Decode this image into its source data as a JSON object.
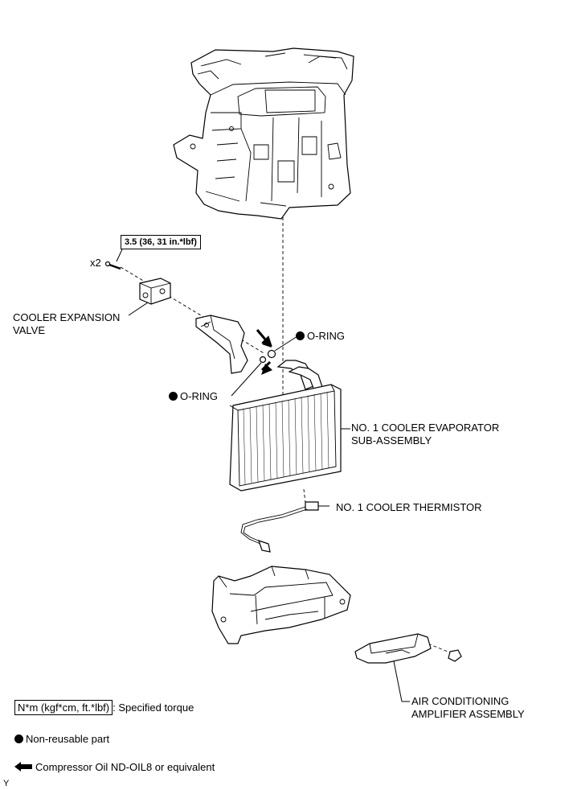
{
  "torque_spec": "3.5 (36, 31 in.*lbf)",
  "quantity": "x2",
  "labels": {
    "cooler_expansion_valve": "COOLER EXPANSION VALVE",
    "o_ring": "O-RING",
    "evaporator": "NO. 1 COOLER EVAPORATOR SUB-ASSEMBLY",
    "thermistor": "NO. 1 COOLER THERMISTOR",
    "amplifier": "AIR CONDITIONING AMPLIFIER ASSEMBLY"
  },
  "legend": {
    "torque_units": "N*m (kgf*cm, ft.*lbf)",
    "torque_text": ": Specified torque",
    "non_reusable": "Non-reusable part",
    "oil": "Compressor Oil ND-OIL8 or equivalent"
  },
  "corner_mark": "Y"
}
